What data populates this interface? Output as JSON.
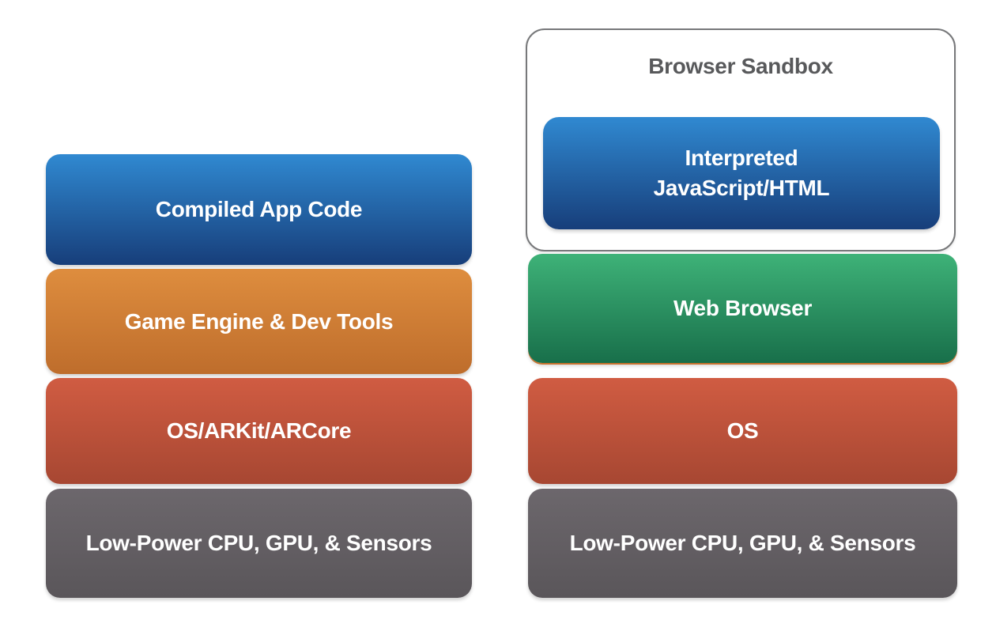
{
  "diagram": {
    "title_hidden": "",
    "text_color": "#FFFFFF",
    "left_stack": {
      "layers": [
        {
          "id": "compiled-app-code",
          "label": "Compiled App Code",
          "color_top": "#3089D1",
          "color_bottom": "#173E7A"
        },
        {
          "id": "game-engine-dev-tools",
          "label": "Game Engine & Dev Tools",
          "color_top": "#DE8D3E",
          "color_bottom": "#BE6D2C"
        },
        {
          "id": "os-arkit-arcore",
          "label": "OS/ARKit/ARCore",
          "color_top": "#D05C42",
          "color_bottom": "#A74732"
        },
        {
          "id": "low-power-hardware",
          "label": "Low-Power CPU, GPU, & Sensors",
          "color_top": "#6C676C",
          "color_bottom": "#5A565A"
        }
      ]
    },
    "right_stack": {
      "sandbox": {
        "title": "Browser Sandbox",
        "title_color": "#58595B",
        "border_color": "#77787A",
        "inner_layer": {
          "id": "interpreted-javascript-html",
          "lines": [
            "Interpreted",
            "JavaScript/HTML"
          ],
          "color_top": "#3089D1",
          "color_bottom": "#173E7A"
        }
      },
      "layers": [
        {
          "id": "web-browser",
          "label": "Web Browser",
          "color_top": "#3EB278",
          "color_bottom": "#186F4A",
          "bottom_rim": "#C9732F"
        },
        {
          "id": "os",
          "label": "OS",
          "color_top": "#D05C42",
          "color_bottom": "#A74732"
        },
        {
          "id": "low-power-hardware",
          "label": "Low-Power CPU, GPU, & Sensors",
          "color_top": "#6C676C",
          "color_bottom": "#5A565A"
        }
      ]
    }
  }
}
